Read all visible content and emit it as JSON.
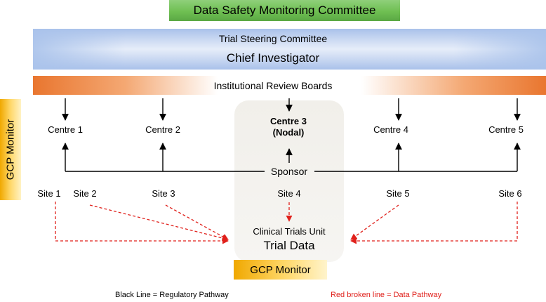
{
  "dsmc": "Data Safety Monitoring Committee",
  "trial_steering": "Trial Steering Committee",
  "chief_investigator": "Chief Investigator",
  "irb": "Institutional Review Boards",
  "gcp_monitor_side": "GCP Monitor",
  "gcp_monitor_bottom": "GCP Monitor",
  "centres": [
    "Centre 1",
    "Centre 2",
    "Centre 3\n(Nodal)",
    "Centre 4",
    "Centre 5"
  ],
  "sponsor": "Sponsor",
  "sites": [
    "Site 1",
    "Site 2",
    "Site 3",
    "Site 4",
    "Site 5",
    "Site 6"
  ],
  "ctu": "Clinical Trials Unit",
  "trial_data": "Trial Data",
  "legend": {
    "black": "Black Line = Regulatory Pathway",
    "red": "Red broken line = Data Pathway"
  },
  "colors": {
    "regulatory_line": "#000000",
    "data_line": "#e0201b",
    "dsmc_fill": "#6fbf52",
    "irb_fill": "#e9762f",
    "gcp_fill": "#f0a800"
  }
}
